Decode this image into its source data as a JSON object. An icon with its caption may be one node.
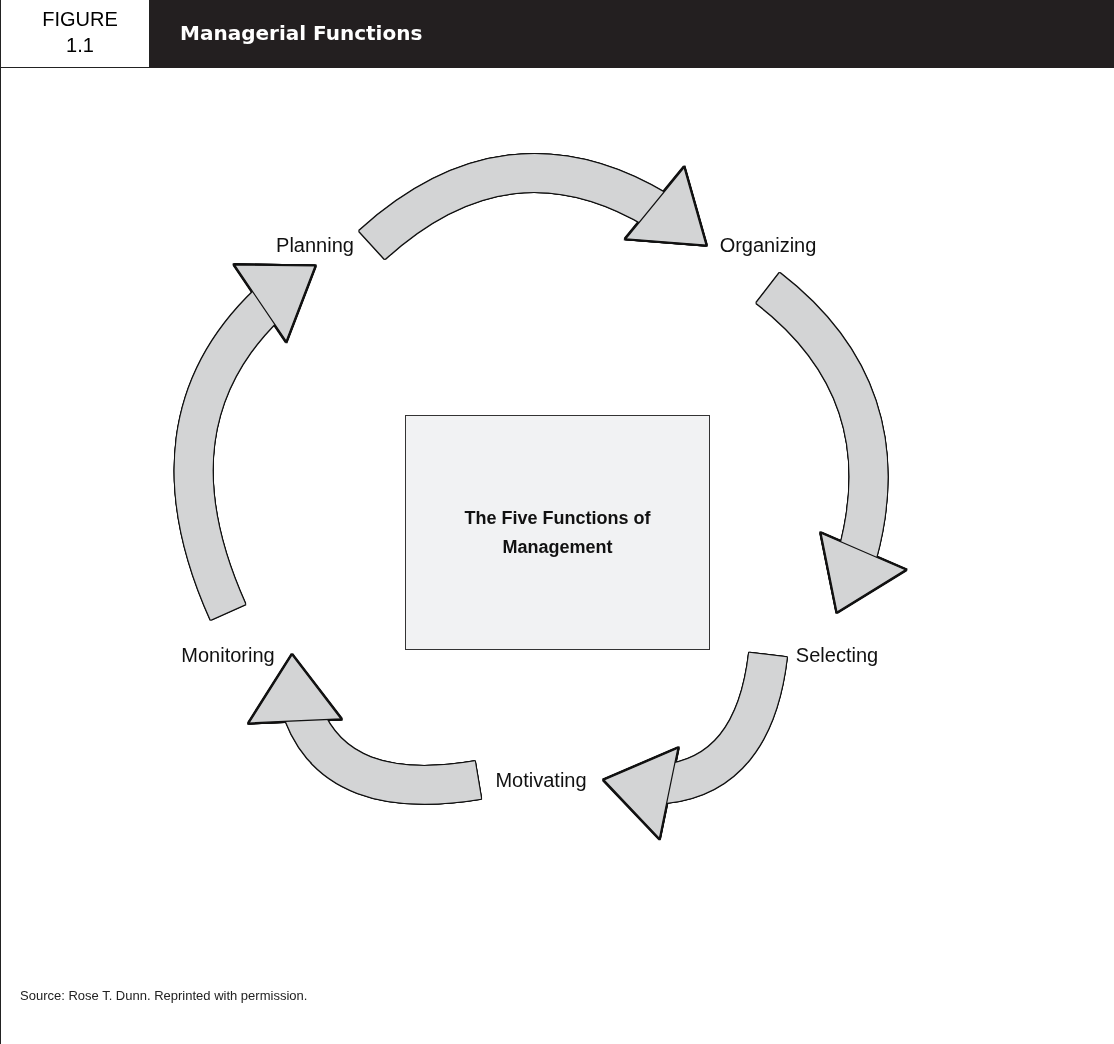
{
  "diagram": {
    "title": "Managerial Functions",
    "caption": "Source: Rose T. Dunn. Reprinted with permission.",
    "nodes": [
      {
        "text": [
          "Planning"
        ]
      },
      {
        "text": [
          "Organizing"
        ]
      },
      {
        "text": [
          "Selecting"
        ]
      },
      {
        "text": [
          "Motivating"
        ]
      },
      {
        "text": [
          "Monitoring"
        ]
      },
      {
        "text": [
          "The Five Functions of Management"
        ]
      }
    ],
    "edges": [
      {
        "from": 0,
        "to": 1,
        "arrow": "to"
      },
      {
        "from": 1,
        "to": 2,
        "arrow": "to"
      },
      {
        "from": 2,
        "to": 3,
        "arrow": "to"
      },
      {
        "from": 3,
        "to": 4,
        "arrow": "to"
      },
      {
        "from": 4,
        "to": 0,
        "arrow": "to"
      }
    ],
    "labels": [
      "FIGURE 1.1"
    ]
  }
}
